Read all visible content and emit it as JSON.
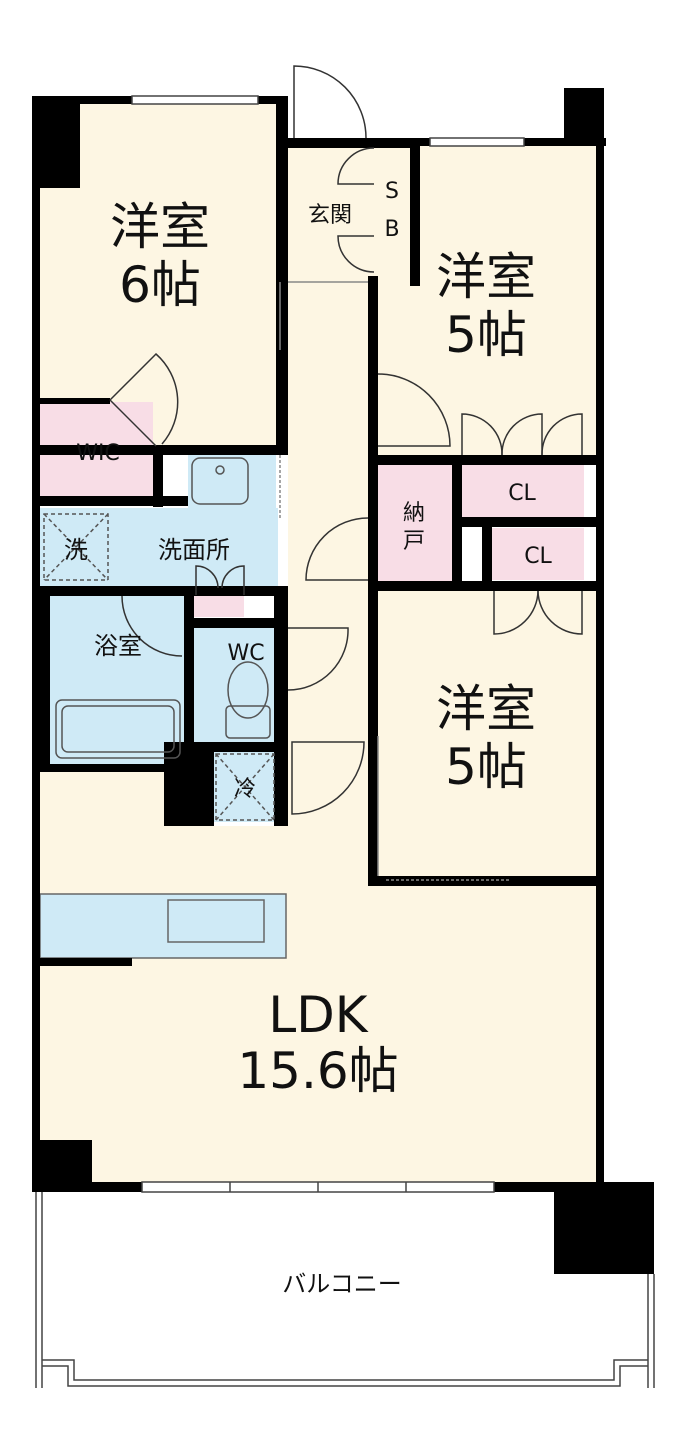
{
  "rooms": {
    "western_6": {
      "name": "洋室",
      "size": "6帖"
    },
    "western_5_top": {
      "name": "洋室",
      "size": "5帖"
    },
    "western_5_mid": {
      "name": "洋室",
      "size": "5帖"
    },
    "ldk": {
      "name": "LDK",
      "size": "15.6帖"
    },
    "entrance": "玄関",
    "shoe_box_s": "S",
    "shoe_box_b": "B",
    "wic": "WIC",
    "washroom": "洗面所",
    "washer": "洗",
    "bath": "浴室",
    "wc": "WC",
    "fridge": "冷",
    "storage_1": "納",
    "storage_2": "戸",
    "closet_top": "CL",
    "closet_bottom": "CL",
    "balcony": "バルコニー"
  },
  "colors": {
    "floor": "#fdf6e3",
    "wet_area": "#cfeaf6",
    "storage": "#f8dde6",
    "wall": "#000000",
    "line": "#444444"
  }
}
